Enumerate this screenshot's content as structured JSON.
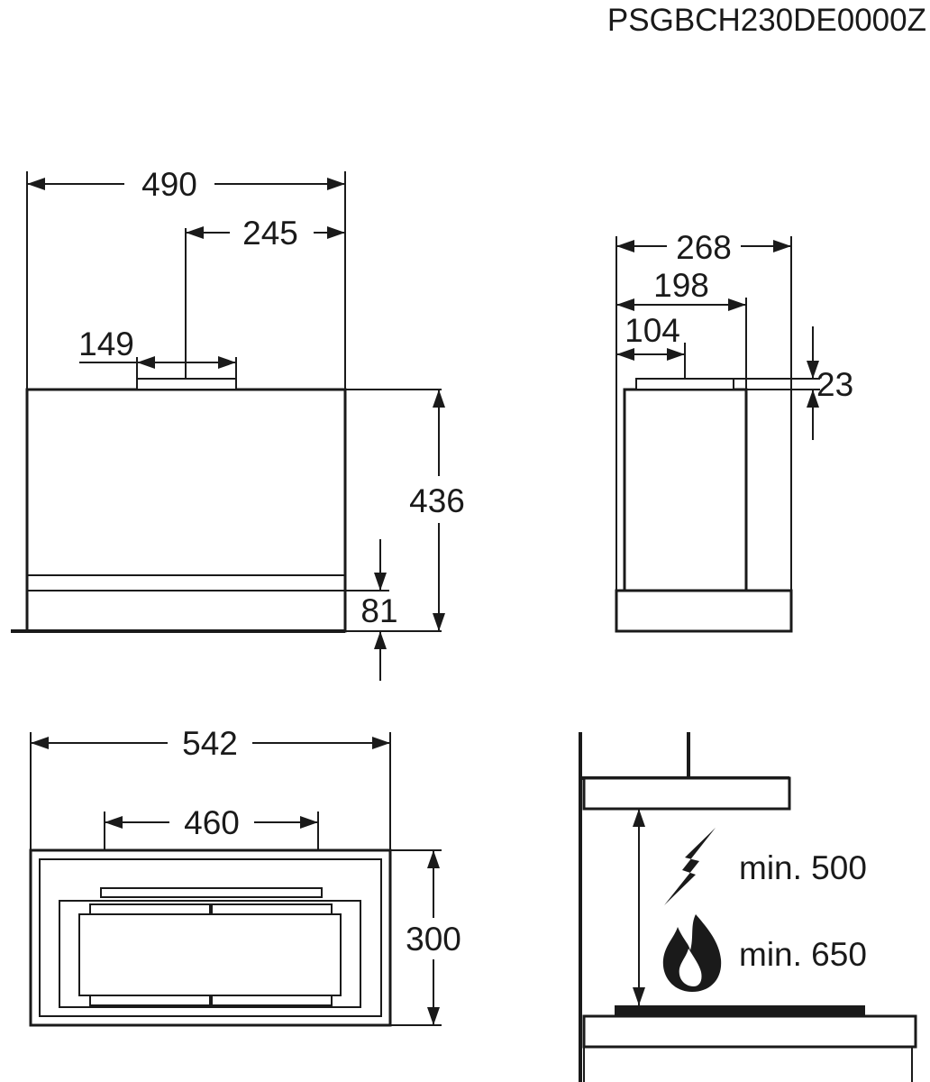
{
  "product_code": "PSGBCH230DE0000Z",
  "front_view": {
    "width": "490",
    "outlet_offset": "245",
    "outlet_width": "149",
    "height": "436",
    "bottom_height": "81"
  },
  "side_view": {
    "depth": "268",
    "outlet_offset": "198",
    "outlet_width": "104",
    "outlet_height": "23"
  },
  "top_view": {
    "width": "542",
    "inner_width": "460",
    "depth": "300"
  },
  "clearance": {
    "electric_label": "min. 500",
    "gas_label": "min. 650",
    "electric_icon": "lightning-icon",
    "gas_icon": "flame-icon"
  }
}
